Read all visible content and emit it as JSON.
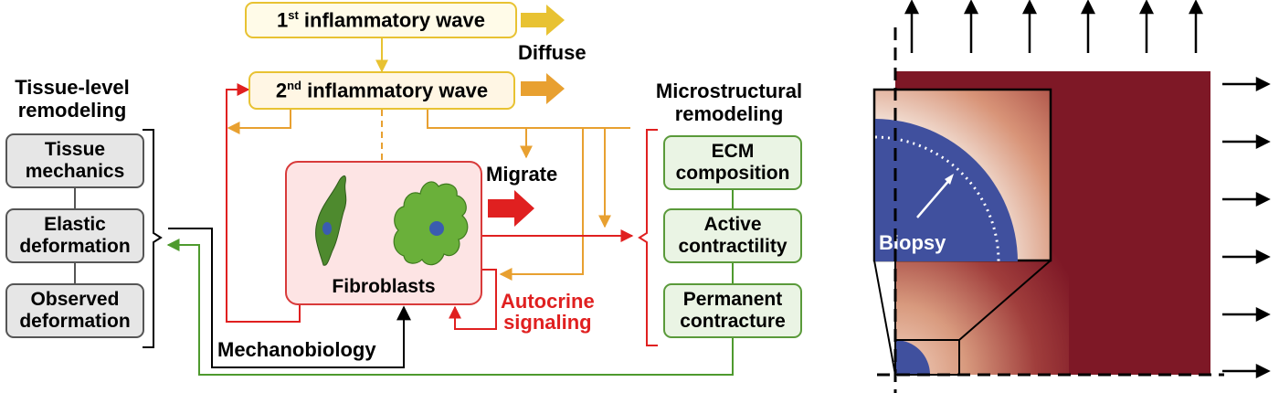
{
  "waves": {
    "first_sup": "st",
    "first": "1st inflammatory wave",
    "second_sup": "nd",
    "second": "2nd inflammatory wave"
  },
  "labels": {
    "diffuse": "Diffuse",
    "migrate": "Migrate",
    "fibroblasts": "Fibroblasts",
    "autocrine": "Autocrine\nsignaling",
    "mechanobiology": "Mechanobiology",
    "tissue_heading": "Tissue-level\nremodeling",
    "micro_heading": "Microstructural\nremodeling",
    "biopsy": "Biopsy"
  },
  "tissue_boxes": [
    "Tissue\nmechanics",
    "Elastic\ndeformation",
    "Observed\ndeformation"
  ],
  "micro_boxes": [
    "ECM\ncomposition",
    "Active\ncontractility",
    "Permanent\ncontracture"
  ],
  "colors": {
    "yellow": "#e8c232",
    "orange": "#e8a030",
    "red": "#e02020",
    "green": "#4e9a2e",
    "dark_red": "#7e1826",
    "biopsy_blue": "#40509e"
  }
}
